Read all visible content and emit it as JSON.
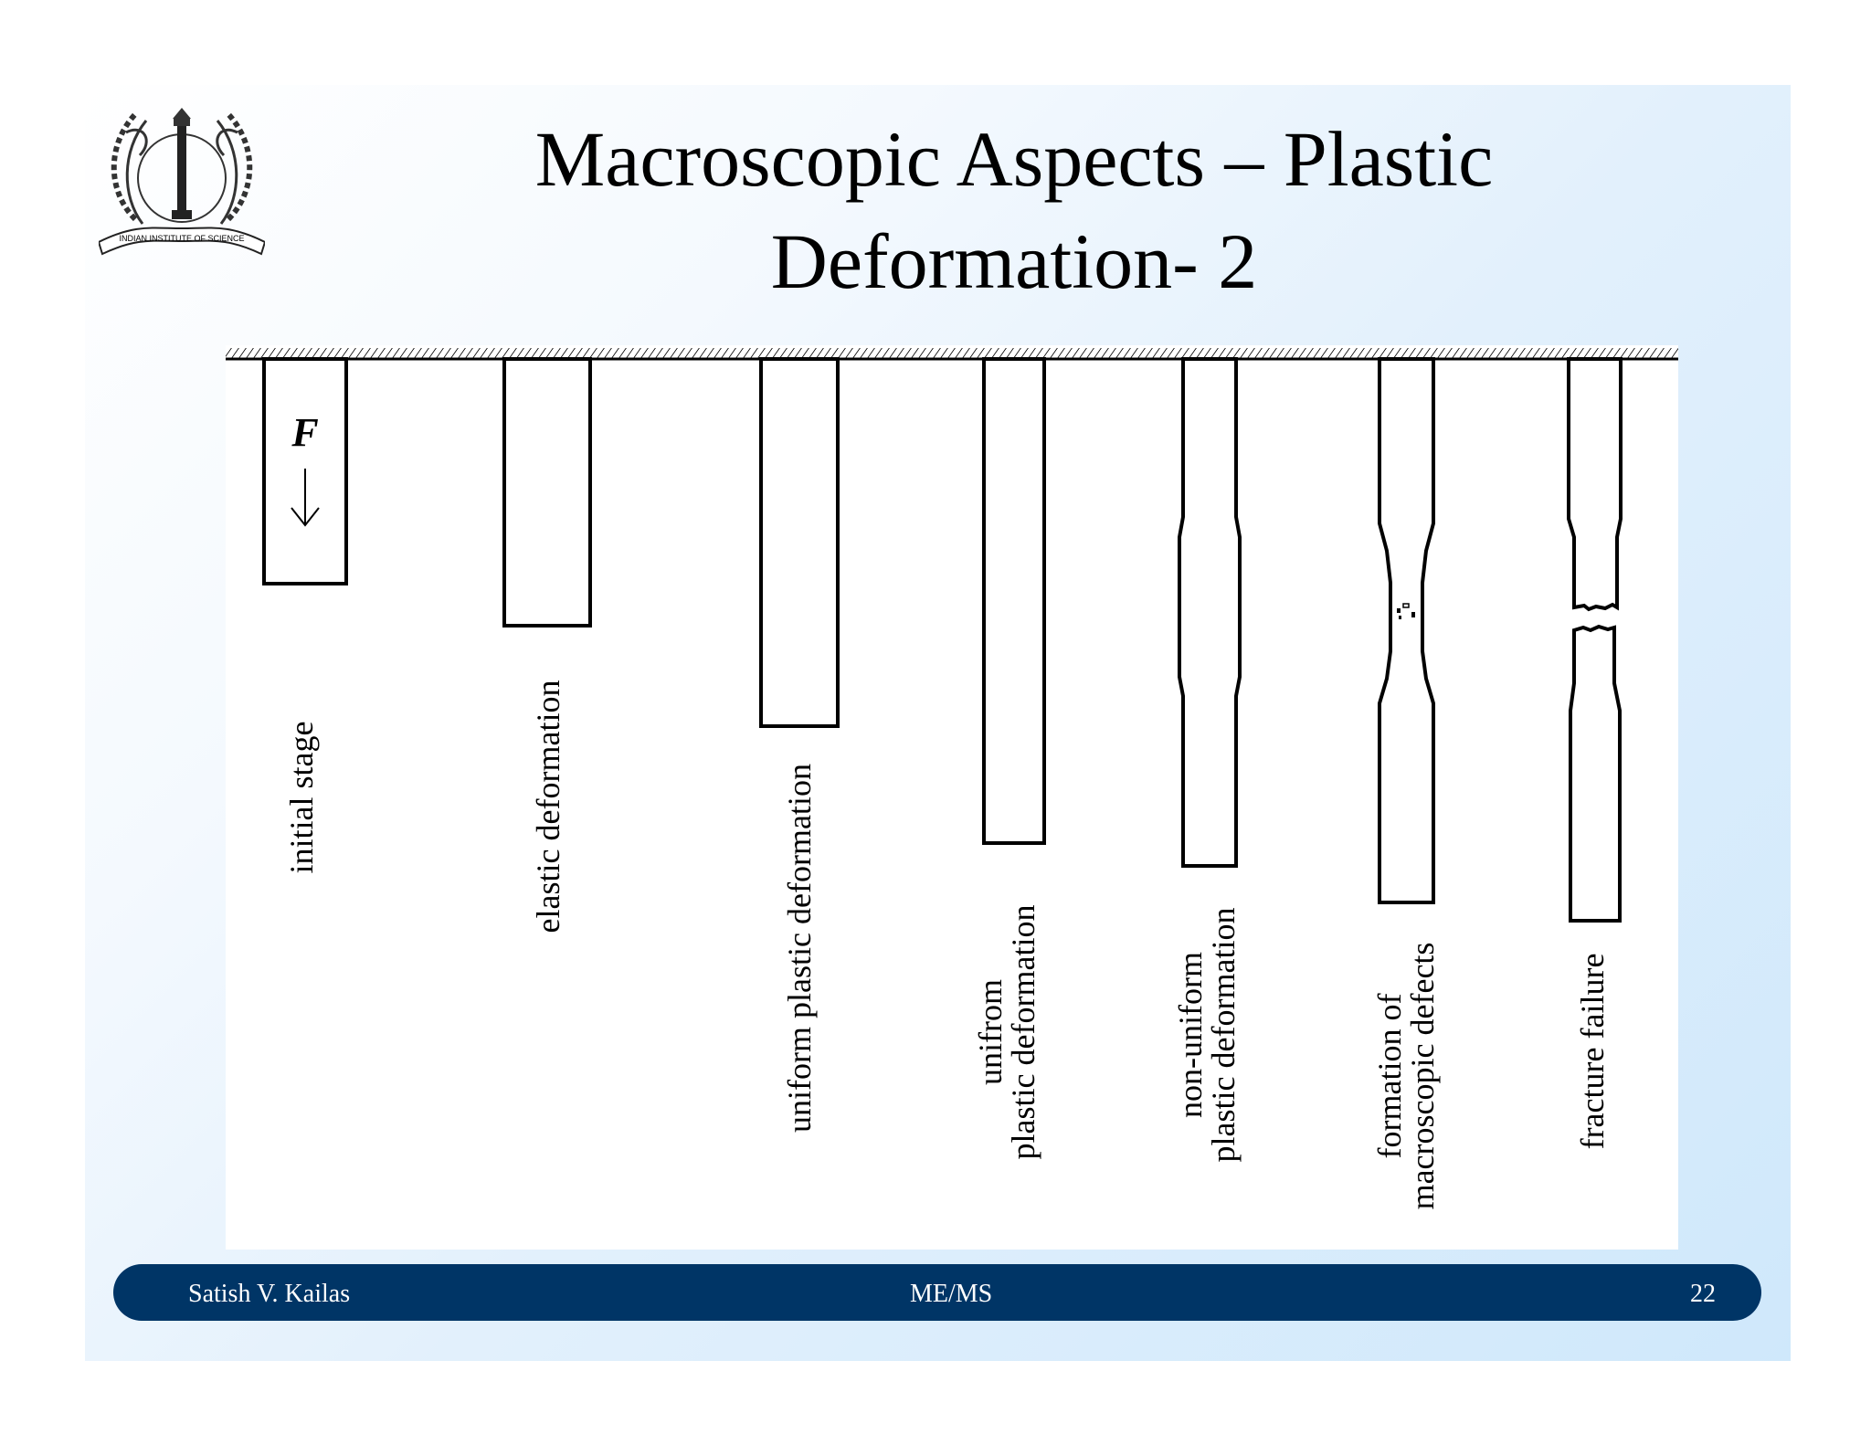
{
  "slide": {
    "title_line1": "Macroscopic Aspects – Plastic",
    "title_line2": "Deformation- 2",
    "logo": {
      "icon": "indian-institute-of-science-emblem",
      "text": "INDIAN INSTITUTE OF SCIENCE"
    }
  },
  "diagram": {
    "force_symbol": "F",
    "arrow_icon": "down-arrow",
    "stages": [
      {
        "lines": [
          "initial stage"
        ]
      },
      {
        "lines": [
          "elastic deformation"
        ]
      },
      {
        "lines": [
          "uniform plastic deformation"
        ]
      },
      {
        "lines": [
          "unifrom",
          "plastic deformation"
        ]
      },
      {
        "lines": [
          "non-uniform",
          "plastic deformation"
        ]
      },
      {
        "lines": [
          "formation of",
          "macroscopic  defects"
        ]
      },
      {
        "lines": [
          "fracture  failure"
        ]
      }
    ]
  },
  "footer": {
    "author": "Satish V. Kailas",
    "center": "ME/MS",
    "page": "22",
    "bar_color": "#003566"
  },
  "colors": {
    "background_gradient_end": "#cfe8fb",
    "footer_bar": "#003566"
  }
}
